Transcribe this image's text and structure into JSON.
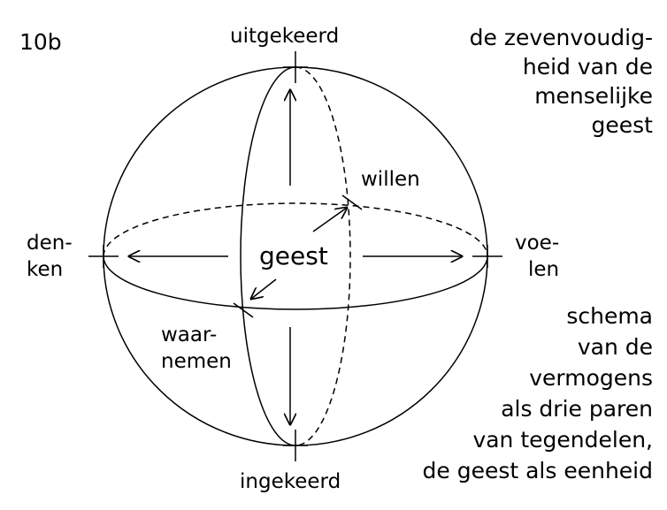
{
  "figure_number": "10b",
  "labels": {
    "top": "uitgekeerd",
    "bottom": "ingekeerd",
    "left": [
      "den-",
      "ken"
    ],
    "right": [
      "voe-",
      "len"
    ],
    "back": "willen",
    "front": [
      "waar-",
      "nemen"
    ],
    "center": "geest"
  },
  "title_lines": [
    "de zevenvoudig-",
    "heid van de",
    "menselijke",
    "geest"
  ],
  "caption_lines": [
    "schema",
    "van de",
    "vermogens",
    "als drie paren",
    "van tegendelen,",
    "de geest als eenheid"
  ],
  "colors": {
    "line": "#000000",
    "background": "#ffffff"
  }
}
